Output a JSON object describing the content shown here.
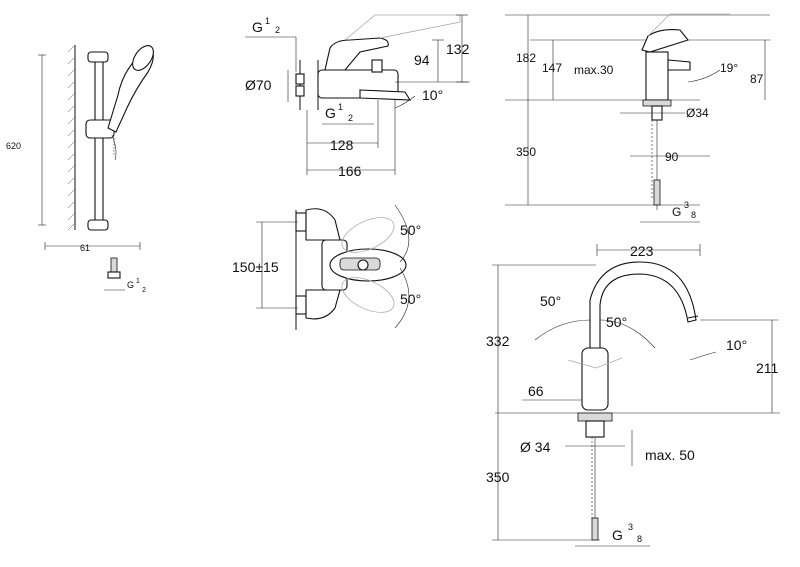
{
  "shower": {
    "height": "620",
    "width": "61",
    "thread": "G",
    "thread_num": "1",
    "thread_den": "2"
  },
  "bath_side": {
    "thread": "G",
    "thread_num": "1",
    "thread_den": "2",
    "rosette": "Ø70",
    "height_total": "132",
    "height_spout": "94",
    "angle": "10°",
    "thread2": "G",
    "thread2_num": "1",
    "thread2_den": "2",
    "depth1": "128",
    "depth2": "166"
  },
  "bath_front": {
    "spacing": "150±15",
    "angle_top": "50°",
    "angle_bottom": "50°"
  },
  "basin": {
    "h182": "182",
    "h147": "147",
    "max30": "max.30",
    "angle": "19°",
    "h87": "87",
    "dia": "Ø34",
    "h350": "350",
    "reach": "90",
    "thread": "G",
    "thread_num": "3",
    "thread_den": "8"
  },
  "sink": {
    "reach": "223",
    "angle_left": "50°",
    "angle_right": "50°",
    "height": "332",
    "angle_spout": "10°",
    "height_spout": "211",
    "d66": "66",
    "dia": "Ø 34",
    "max50": "max. 50",
    "h350": "350",
    "thread": "G",
    "thread_num": "3",
    "thread_den": "8"
  }
}
